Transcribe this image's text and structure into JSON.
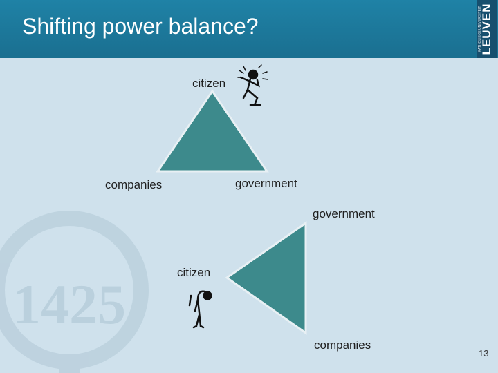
{
  "slide": {
    "title": "Shifting power balance?",
    "logo_text": "LEUVEN",
    "logo_sub": "KATHOLIEKE UNIVERSITEIT",
    "page_number": "13"
  },
  "diagram_top": {
    "apex_label": "citizen",
    "left_label": "companies",
    "right_label": "government"
  },
  "diagram_bottom": {
    "top_label": "government",
    "apex_label": "citizen",
    "bottom_label": "companies"
  },
  "colors": {
    "header": "#1f82a6",
    "triangle_fill": "#3d8a8c",
    "triangle_stroke": "#e8f0f4"
  },
  "icons": {
    "watermark": "emblem-1425-watermark",
    "figure_top": "excited-stick-figure-icon",
    "figure_bottom": "slumped-stick-figure-icon"
  }
}
